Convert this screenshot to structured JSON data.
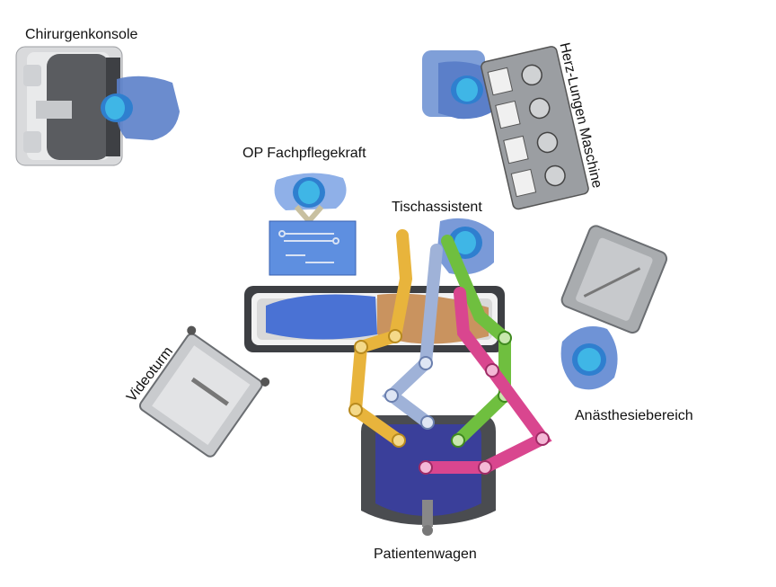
{
  "labels": {
    "surgeon_console": "Chirurgenkonsole",
    "heart_lung_machine": "Herz-Lungen Maschine",
    "scrub_nurse": "OP Fachpflegekraft",
    "table_assistant": "Tischassistent",
    "video_tower": "Videoturm",
    "anesthesia_area": "Anästhesiebereich",
    "patient_cart": "Patientenwagen"
  },
  "colors": {
    "person_blue": "#5b7fc9",
    "head_cyan": "#3fb6e6",
    "arm_yellow": "#e8b43c",
    "arm_blue": "#9fb2d8",
    "arm_green": "#6fbf3f",
    "arm_pink": "#d9468f",
    "cart_body": "#3a3f9a",
    "device_gray": "#8a8d91",
    "skin": "#c9935f"
  }
}
